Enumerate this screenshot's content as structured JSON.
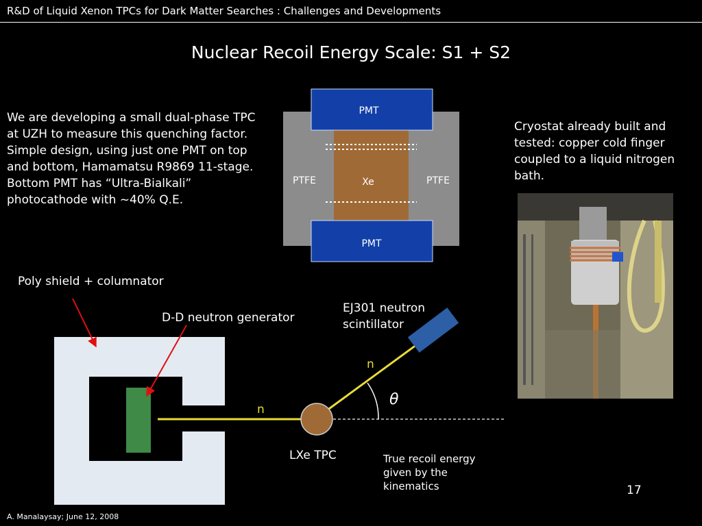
{
  "header": {
    "text": "R&D of Liquid Xenon TPCs for Dark Matter Searches : Challenges and Developments"
  },
  "slide": {
    "title": "Nuclear Recoil Energy Scale: S1 + S2",
    "intro": "We are developing a small dual-phase TPC at UZH to measure this quenching factor.  Simple design, using just one PMT on top and bottom, Hamamatsu R9869 11-stage.  Bottom PMT has “Ultra-Bialkali” photocathode with ~40% Q.E.",
    "cryostat": "Cryostat already built and tested: copper cold finger coupled to a liquid nitrogen bath.",
    "page_number": "17",
    "footer": "A. Manalaysay; June 12, 2008"
  },
  "tpc_diagram": {
    "pmt_top": "PMT",
    "pmt_bottom": "PMT",
    "ptfe_left": "PTFE",
    "ptfe_right": "PTFE",
    "xenon": "Xe",
    "colors": {
      "ptfe": "#8c8c8c",
      "xenon": "#a06a36",
      "pmt": "#1340a8",
      "grid": "#ffffff"
    }
  },
  "setup_diagram": {
    "poly_shield_label": "Poly shield + columnator",
    "generator_label": "D-D neutron generator",
    "scintillator_label": "EJ301 neutron\nscintillator",
    "neutron_in_label": "n",
    "neutron_out_label": "n",
    "angle_symbol": "θ",
    "tpc_label": "LXe TPC",
    "kinematics_note": "True recoil energy given by the kinematics",
    "colors": {
      "shield": "#e4eaf2",
      "generator": "#3e8a46",
      "beam": "#e8dc3a",
      "tpc": "#a06a36",
      "scintillator": "#2d5fa6",
      "arrow": "#e01010"
    }
  },
  "photo": {
    "subject": "cryostat-photo"
  }
}
